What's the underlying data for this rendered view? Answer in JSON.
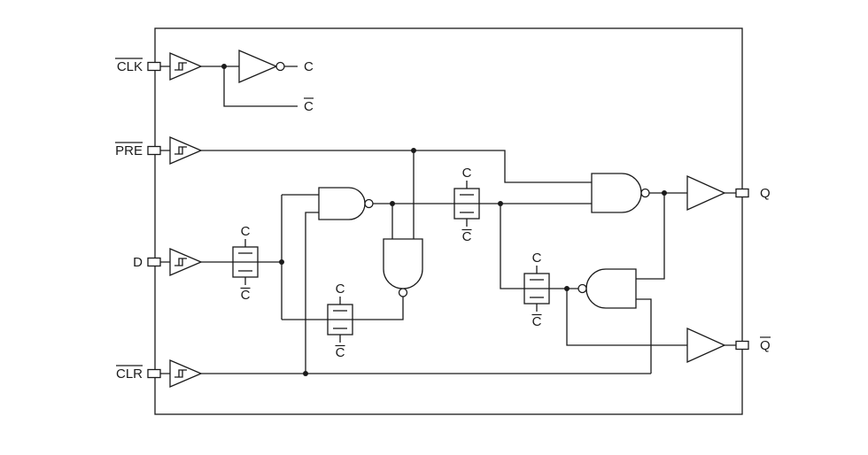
{
  "diagram": {
    "component": "D-type flip-flop with preset and clear - logic diagram",
    "inputs": [
      {
        "id": "clk",
        "label": "CLK",
        "overline": true
      },
      {
        "id": "pre",
        "label": "PRE",
        "overline": true
      },
      {
        "id": "d",
        "label": "D",
        "overline": false
      },
      {
        "id": "clr",
        "label": "CLR",
        "overline": true
      }
    ],
    "outputs": [
      {
        "id": "q",
        "label": "Q",
        "overline": false
      },
      {
        "id": "q-bar",
        "label": "Q",
        "overline": true
      }
    ],
    "clock_signals": {
      "c": {
        "text": "C",
        "overline": false
      },
      "c_bar": {
        "text": "C",
        "overline": true
      }
    },
    "colors": {
      "line": "#1a1a1a",
      "background": "#ffffff"
    }
  }
}
